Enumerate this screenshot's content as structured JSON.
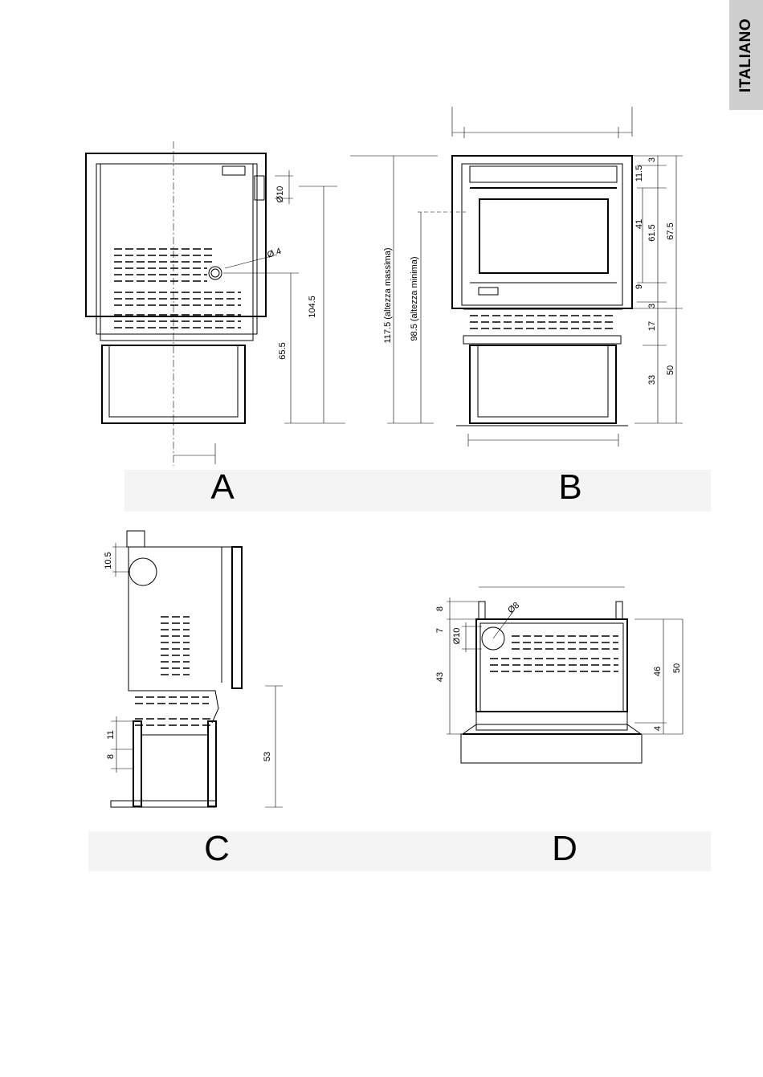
{
  "language_tab": "ITALIANO",
  "panels": {
    "a": {
      "label": "A",
      "dims": {
        "d10": "Ø10",
        "d4": "Ø 4",
        "h104": "104.5",
        "h65": "65.5"
      }
    },
    "b": {
      "label": "B",
      "dims": {
        "hmax": "117.5 (altezza massima)",
        "hmin": "98.5 (altezza minima)",
        "v115": "11.5",
        "v3a": "3",
        "v41": "41",
        "v615": "61.5",
        "v675": "67.5",
        "v9": "9",
        "v3b": "3",
        "v17": "17",
        "v33": "33",
        "v50": "50"
      }
    },
    "c": {
      "label": "C",
      "dims": {
        "v105": "10.5",
        "v11": "11",
        "v8": "8",
        "v53": "53"
      }
    },
    "d": {
      "label": "D",
      "dims": {
        "v8": "8",
        "d8": "Ø8",
        "v7": "7",
        "d10": "Ø10",
        "v43": "43",
        "v46": "46",
        "v50": "50",
        "v4": "4"
      }
    }
  }
}
